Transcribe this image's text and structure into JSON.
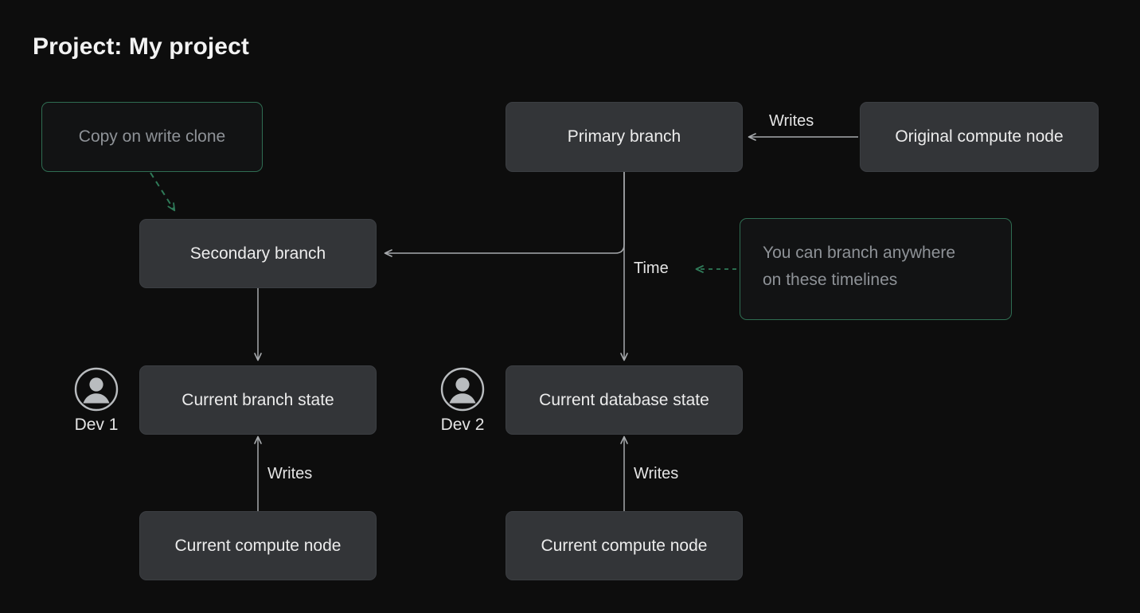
{
  "page": {
    "title": "Project: My project",
    "background_color": "#0d0d0d"
  },
  "theme": {
    "node_fill": "#333538",
    "node_border": "#3b3e42",
    "node_text": "#ececec",
    "accent_green": "#2f6d52",
    "ghost_fill": "#121314",
    "ghost_text": "#8e9297",
    "edge_color": "#a7aaad",
    "title_text": "#f2f2f2"
  },
  "nodes": {
    "copy_on_write_clone": {
      "label": "Copy on write clone",
      "style": "ghost-green"
    },
    "primary_branch": {
      "label": "Primary branch",
      "style": "solid"
    },
    "original_compute_node": {
      "label": "Original compute node",
      "style": "solid"
    },
    "secondary_branch": {
      "label": "Secondary branch",
      "style": "solid"
    },
    "branch_anywhere_note": {
      "line1": "You can branch anywhere",
      "line2": "on these timelines",
      "style": "ghost-green"
    },
    "current_branch_state": {
      "label": "Current branch state",
      "style": "solid"
    },
    "current_database_state": {
      "label": "Current database state",
      "style": "solid"
    },
    "current_compute_node_left": {
      "label": "Current compute node",
      "style": "solid"
    },
    "current_compute_node_right": {
      "label": "Current compute node",
      "style": "solid"
    }
  },
  "labels": {
    "writes_top": "Writes",
    "writes_left": "Writes",
    "writes_right": "Writes",
    "time": "Time"
  },
  "developers": [
    {
      "name": "Dev 1",
      "icon": "user-avatar-icon"
    },
    {
      "name": "Dev 2",
      "icon": "user-avatar-icon"
    }
  ],
  "edges": [
    {
      "from": "original_compute_node",
      "to": "primary_branch",
      "label": "Writes",
      "style": "solid-arrow"
    },
    {
      "from": "copy_on_write_clone",
      "to": "secondary_branch",
      "label": "",
      "style": "dashed-green-arrow"
    },
    {
      "from": "primary_branch",
      "to": "secondary_branch",
      "label": "",
      "style": "solid-elbow-arrow"
    },
    {
      "from": "primary_branch",
      "to": "current_database_state",
      "label": "Time",
      "style": "solid-arrow"
    },
    {
      "from": "secondary_branch",
      "to": "current_branch_state",
      "label": "",
      "style": "solid-arrow"
    },
    {
      "from": "current_compute_node_left",
      "to": "current_branch_state",
      "label": "Writes",
      "style": "solid-arrow"
    },
    {
      "from": "current_compute_node_right",
      "to": "current_database_state",
      "label": "Writes",
      "style": "solid-arrow"
    },
    {
      "from": "branch_anywhere_note",
      "to": "time",
      "label": "",
      "style": "dashed-green-arrow"
    }
  ]
}
